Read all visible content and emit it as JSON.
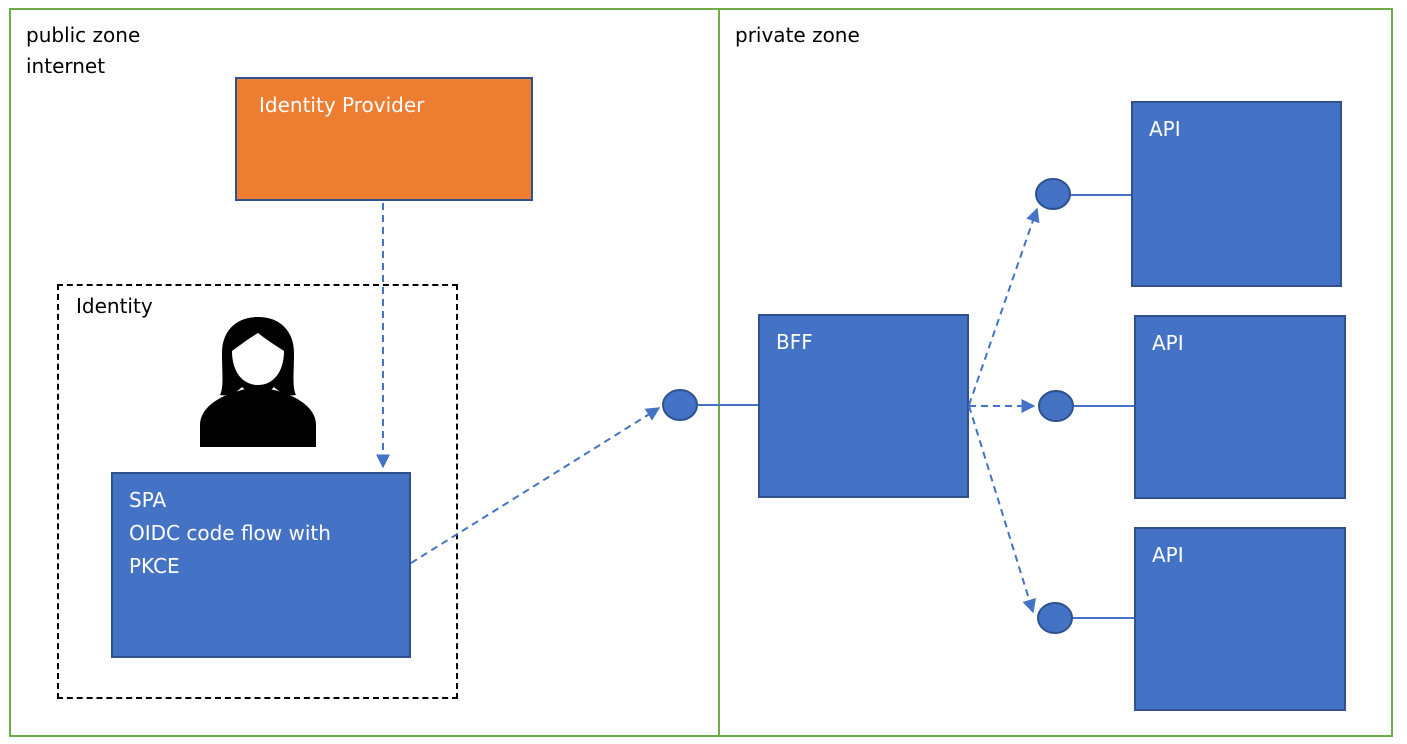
{
  "zones": {
    "public": {
      "line1": "public zone",
      "line2": "internet"
    },
    "private": {
      "label": "private zone"
    }
  },
  "boxes": {
    "idp": {
      "label": "Identity Provider",
      "color": "#ed7d31"
    },
    "spa": {
      "line1": "SPA",
      "line2": "OIDC code flow with",
      "line3": "PKCE"
    },
    "bff": {
      "label": "BFF"
    },
    "api1": {
      "label": "API"
    },
    "api2": {
      "label": "API"
    },
    "api3": {
      "label": "API"
    }
  },
  "identity_group": {
    "label": "Identity"
  },
  "colors": {
    "box_fill": "#4472c4",
    "box_border": "#2f528f",
    "zone_border": "#70ad47",
    "connector": "#4472c4"
  },
  "icons": {
    "user": "user-icon"
  }
}
